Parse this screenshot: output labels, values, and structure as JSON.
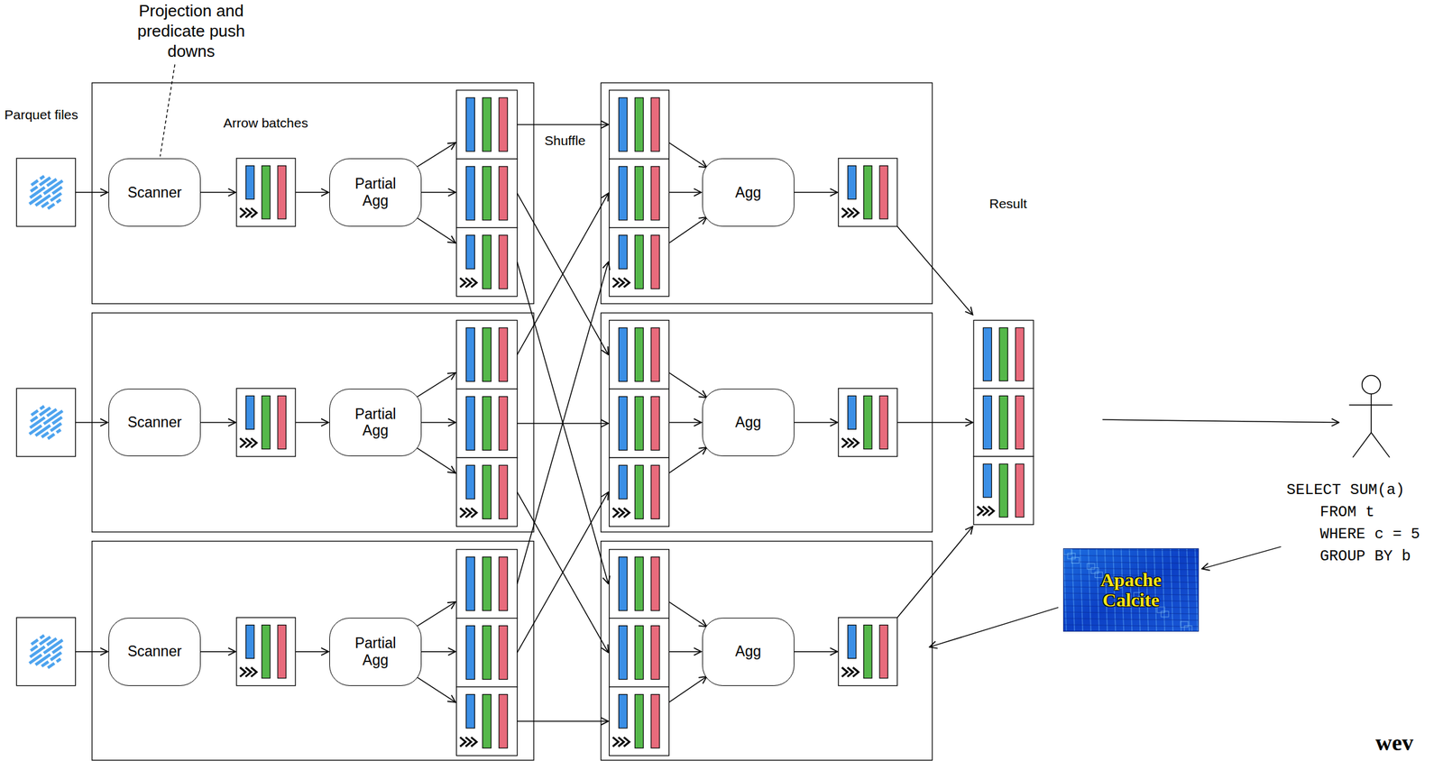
{
  "diagram": {
    "nodes": [
      {
        "text": [
          "Scanner"
        ]
      },
      {
        "text": [
          "Partial Agg"
        ]
      },
      {
        "text": [
          "Agg"
        ]
      },
      {
        "text": [
          "Scanner"
        ]
      },
      {
        "text": [
          "Partial Agg"
        ]
      },
      {
        "text": [
          "Agg"
        ]
      },
      {
        "text": [
          "Scanner"
        ]
      },
      {
        "text": [
          "Partial Agg"
        ]
      },
      {
        "text": [
          "Agg"
        ]
      },
      {
        "text": [
          "Apache Calcite"
        ]
      }
    ],
    "labels": [
      "Projection and predicate push downs",
      "Parquet files",
      "Arrow batches",
      "Shuffle",
      "Result",
      "SELECT SUM(a)",
      "FROM t",
      "WHERE c = 5",
      "GROUP BY b",
      "wev"
    ]
  }
}
